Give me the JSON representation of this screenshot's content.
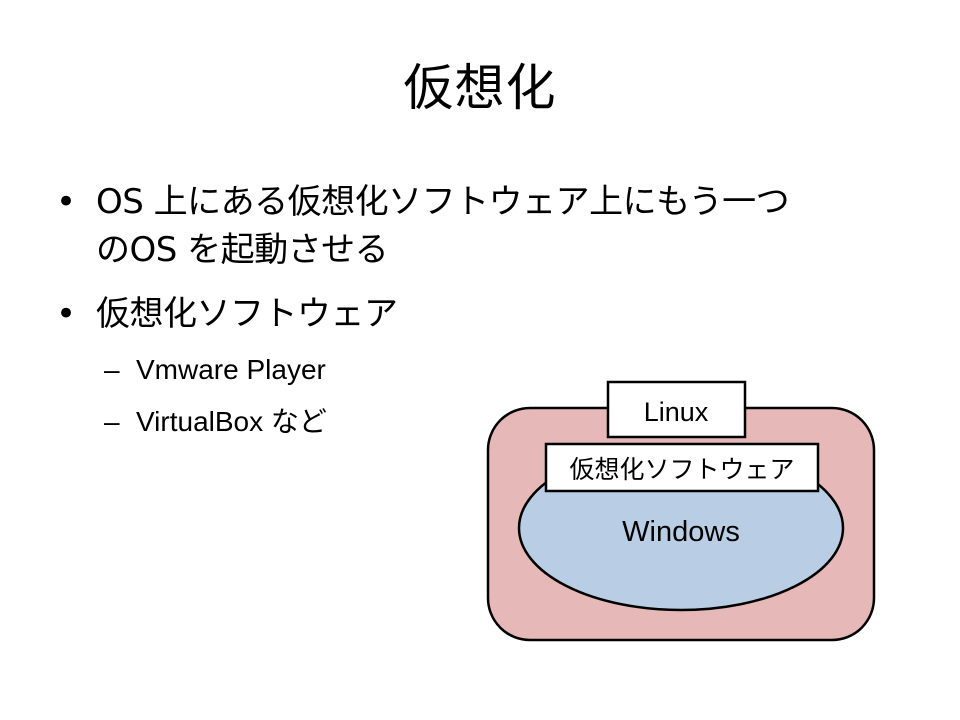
{
  "title": "仮想化",
  "bullets": [
    {
      "lines": [
        "OS 上にある仮想化ソフトウェア上にもう一つ",
        "のOS を起動させる"
      ]
    },
    {
      "lines": [
        "仮想化ソフトウェア"
      ]
    }
  ],
  "sub_bullets": [
    {
      "dash": "–",
      "text": "Vmware Player"
    },
    {
      "dash": "–",
      "text": "VirtualBox など"
    }
  ],
  "diagram": {
    "outer_box_color": "#e6b8b7",
    "inner_ellipse_color": "#b9cde5",
    "linux_label": "Linux",
    "virtualization_software_label": "仮想化ソフトウェア",
    "windows_label": "Windows"
  },
  "bullet_symbol": "•"
}
